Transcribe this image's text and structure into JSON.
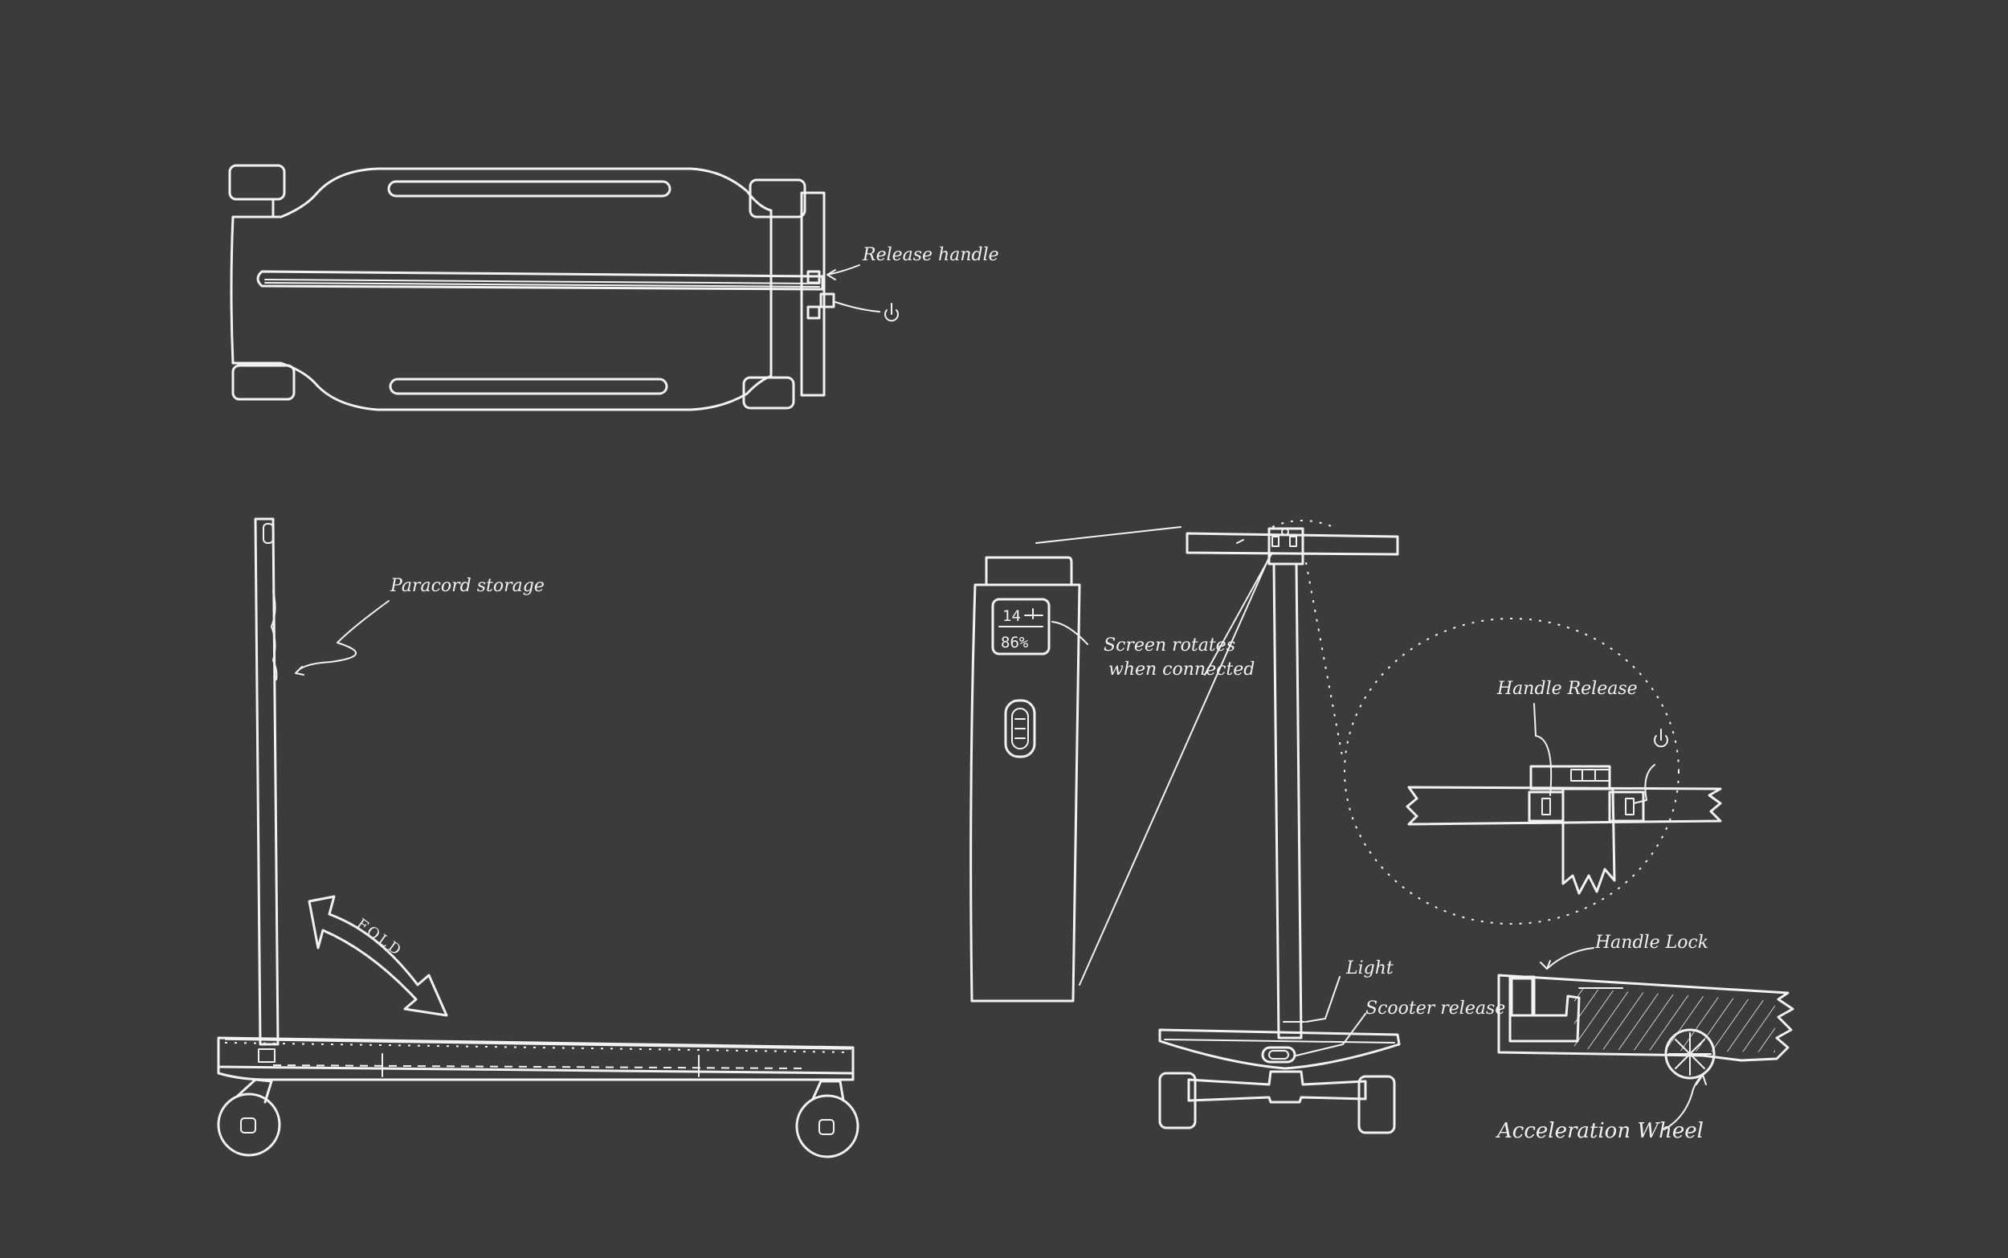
{
  "colors": {
    "background": "#3b3b3b",
    "ink": "#f2f2f2"
  },
  "labels": {
    "release_handle": "Release handle",
    "paracord_storage": "Paracord storage",
    "fold": "FOLD",
    "screen_rotates_1": "Screen rotates",
    "screen_rotates_2": "when connected",
    "handle_release": "Handle Release",
    "handle_lock": "Handle Lock",
    "light": "Light",
    "scooter_release": "Scooter release",
    "acceleration_wheel": "Acceleration Wheel"
  },
  "screen": {
    "speed": "14",
    "battery": "86%"
  },
  "icons": {
    "power": "power-icon"
  }
}
